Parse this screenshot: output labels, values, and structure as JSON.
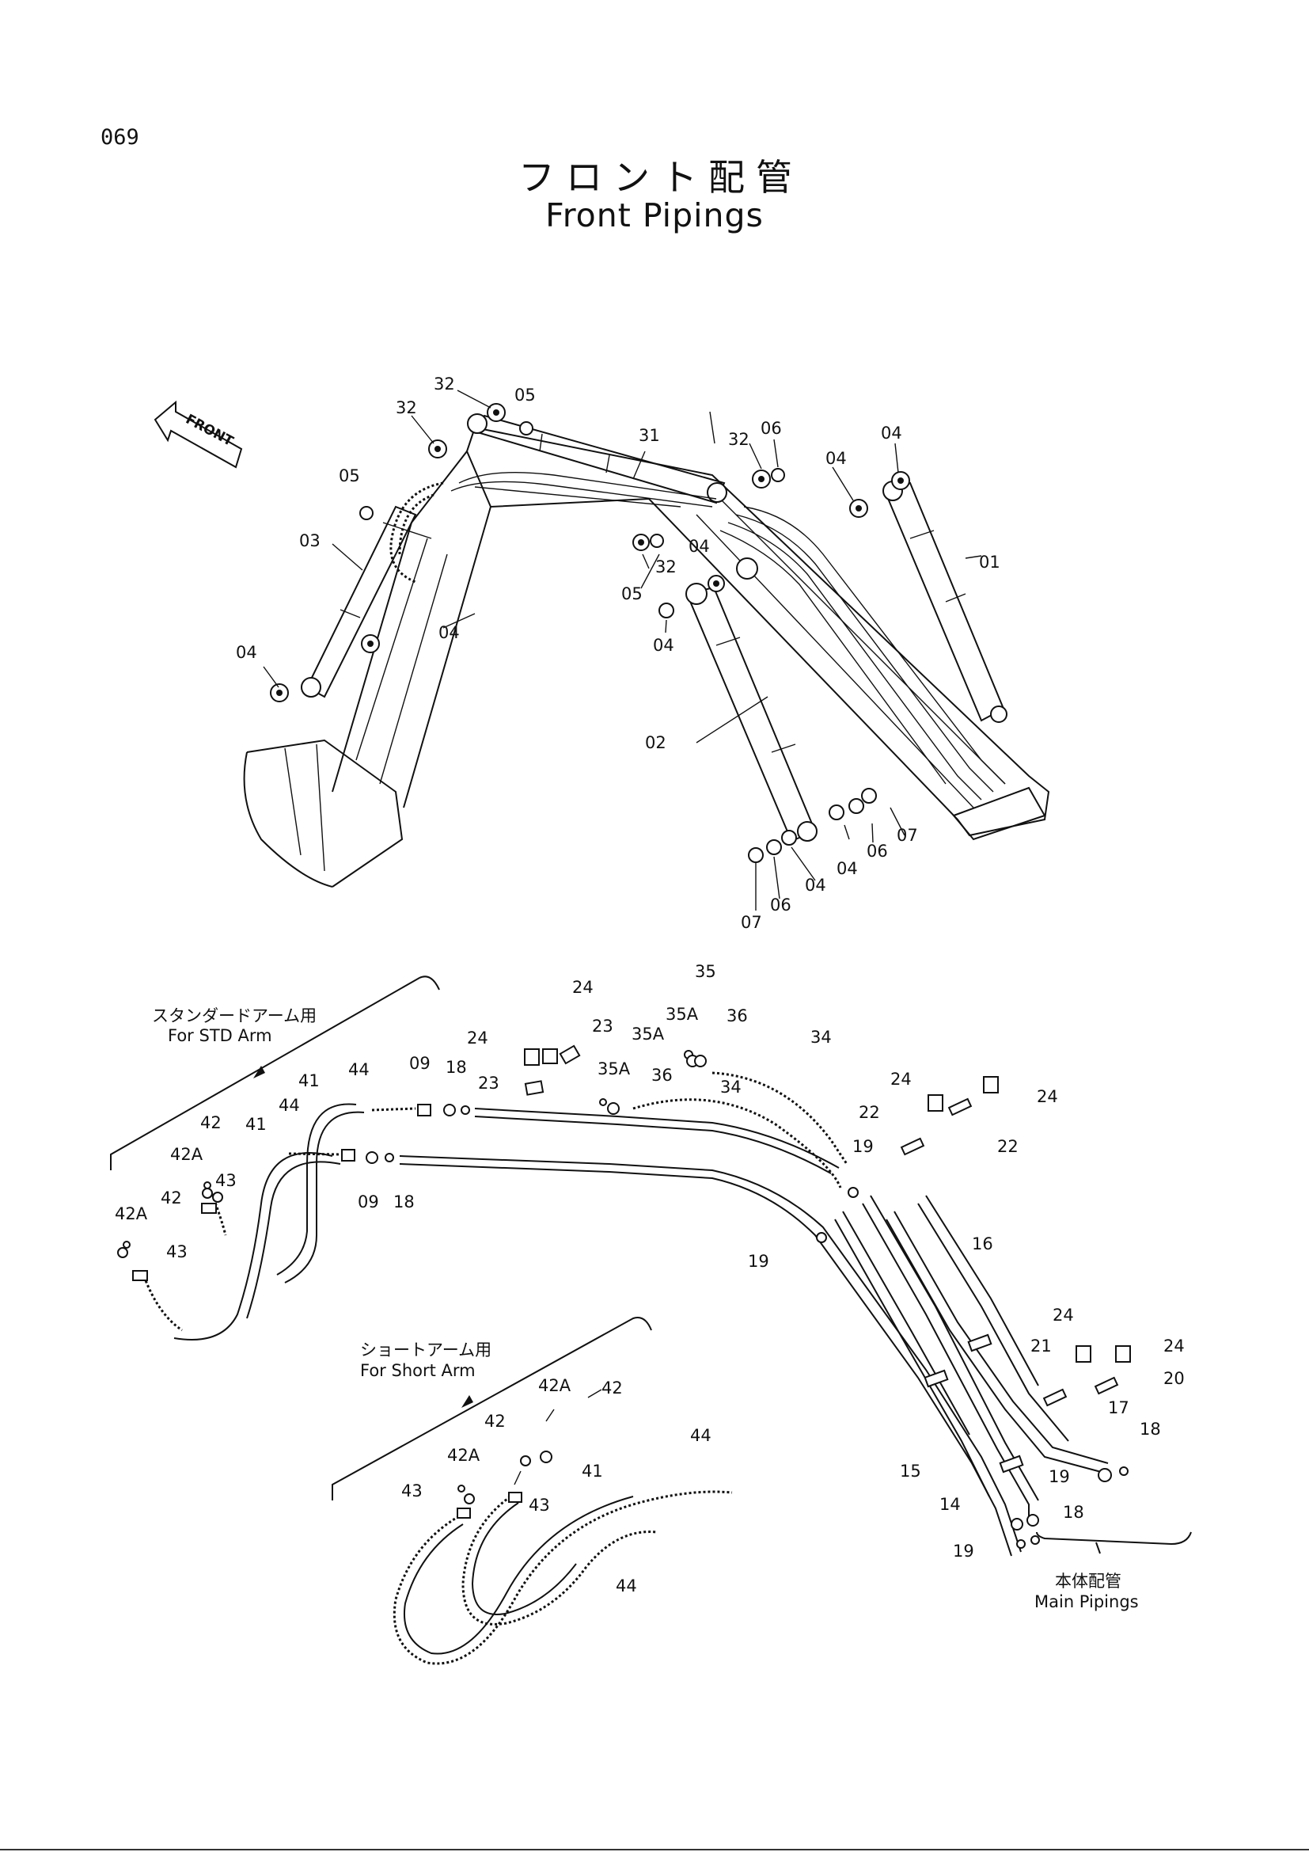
{
  "page_number": "069",
  "title_jp": "フロント配管",
  "title_en": "Front Pipings",
  "front_label": "FRONT",
  "groups": {
    "std_arm_jp": "スタンダードアーム用",
    "std_arm_en": "For STD Arm",
    "short_arm_jp": "ショートアーム用",
    "short_arm_en": "For Short Arm",
    "main_jp": "本体配管",
    "main_en": "Main Pipings"
  },
  "part_labels": [
    "01",
    "02",
    "03",
    "04",
    "05",
    "06",
    "07",
    "09",
    "14",
    "15",
    "16",
    "17",
    "18",
    "19",
    "20",
    "21",
    "22",
    "23",
    "24",
    "31",
    "32",
    "34",
    "35",
    "35A",
    "36",
    "41",
    "42",
    "42A",
    "43",
    "44"
  ]
}
